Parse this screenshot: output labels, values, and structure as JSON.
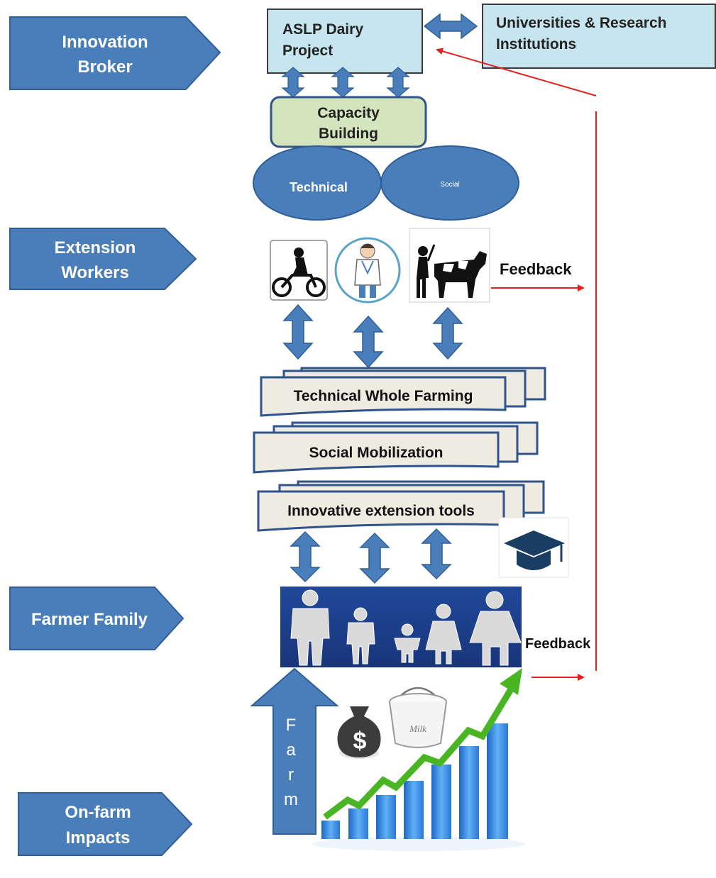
{
  "side_labels": [
    {
      "id": "innovation_broker",
      "line1": "Innovation",
      "line2": "Broker"
    },
    {
      "id": "extension_workers",
      "line1": "Extension",
      "line2": "Workers"
    },
    {
      "id": "farmer_family",
      "line1": "Farmer Family",
      "line2": ""
    },
    {
      "id": "on_farm_impacts",
      "line1": "On-farm",
      "line2": "Impacts"
    }
  ],
  "aslp": {
    "line1": "ASLP Dairy",
    "line2": "Project"
  },
  "universities": {
    "line1": "Universities & Research",
    "line2": "Institutions"
  },
  "capacity": {
    "line1": "Capacity",
    "line2": "Building"
  },
  "ovals": {
    "technical": "Technical",
    "social": "Social"
  },
  "feedback_1": "Feedback",
  "feedback_2": "Feedback",
  "stacks": [
    "Technical Whole Farming",
    "Social Mobilization",
    "Innovative extension tools"
  ],
  "farm_arrow_letters": [
    "F",
    "a",
    "r",
    "m"
  ],
  "milk_label": "Milk",
  "money_symbol": "$",
  "colors": {
    "arrow_blue": "#4a7ebb",
    "arrow_border": "#2f5f96",
    "light_blue_box": "#c6e5ee",
    "capacity_green": "#d4e4bc",
    "stack_fill": "#eeece1",
    "stack_border": "#31538b",
    "family_bg": "#1f3f8f",
    "feedback_red": "#e32020",
    "growth_green": "#4ab523",
    "bar_blue": "#3c8fe0",
    "cap_navy": "#1a3d63"
  },
  "icons": [
    "motorcycle-rider-icon",
    "veterinarian-icon",
    "farmer-with-cow-icon",
    "graduation-cap-icon",
    "family-icon",
    "money-bag-icon",
    "milk-bucket-icon",
    "growth-bar-chart-icon"
  ]
}
